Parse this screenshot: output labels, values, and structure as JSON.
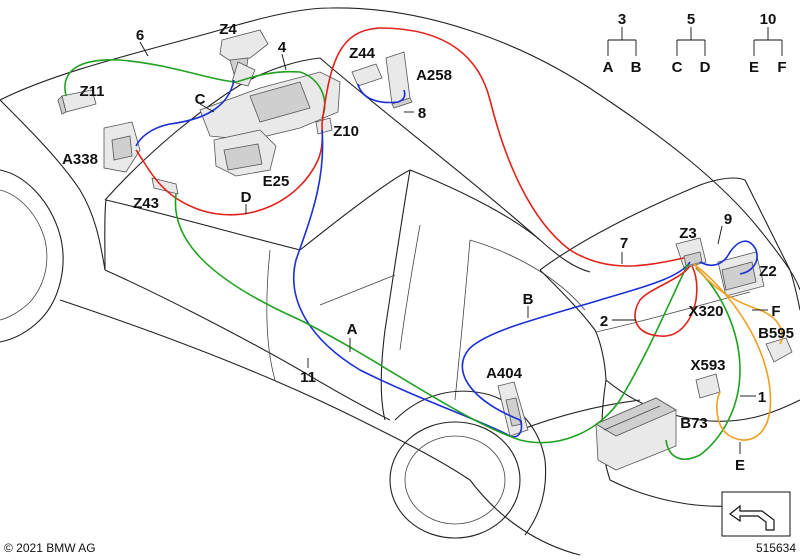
{
  "labels": {
    "n3": "3",
    "n5": "5",
    "n10": "10",
    "la": "A",
    "lb": "B",
    "lc": "C",
    "ld": "D",
    "le": "E",
    "lf": "F",
    "z4": "Z4",
    "n6": "6",
    "n4": "4",
    "z44": "Z44",
    "a258": "A258",
    "z11": "Z11",
    "c": "C",
    "n8": "8",
    "z10": "Z10",
    "a338": "A338",
    "e25": "E25",
    "d": "D",
    "z43": "Z43",
    "n7": "7",
    "z3": "Z3",
    "n9": "9",
    "z2": "Z2",
    "b": "B",
    "x320": "X320",
    "f": "F",
    "n2": "2",
    "b595": "B595",
    "a": "A",
    "a404": "A404",
    "x593": "X593",
    "n1": "1",
    "n11": "11",
    "b73": "B73",
    "e": "E"
  },
  "wire_colors": {
    "green": "#1fa21f",
    "red": "#e0231a",
    "blue": "#1a2fd6",
    "orange": "#f0a020"
  },
  "footer": {
    "copyright": "© 2021 BMW AG",
    "image_number": "515634"
  },
  "icons": {
    "nav_arrow": "arrow-box-icon"
  }
}
